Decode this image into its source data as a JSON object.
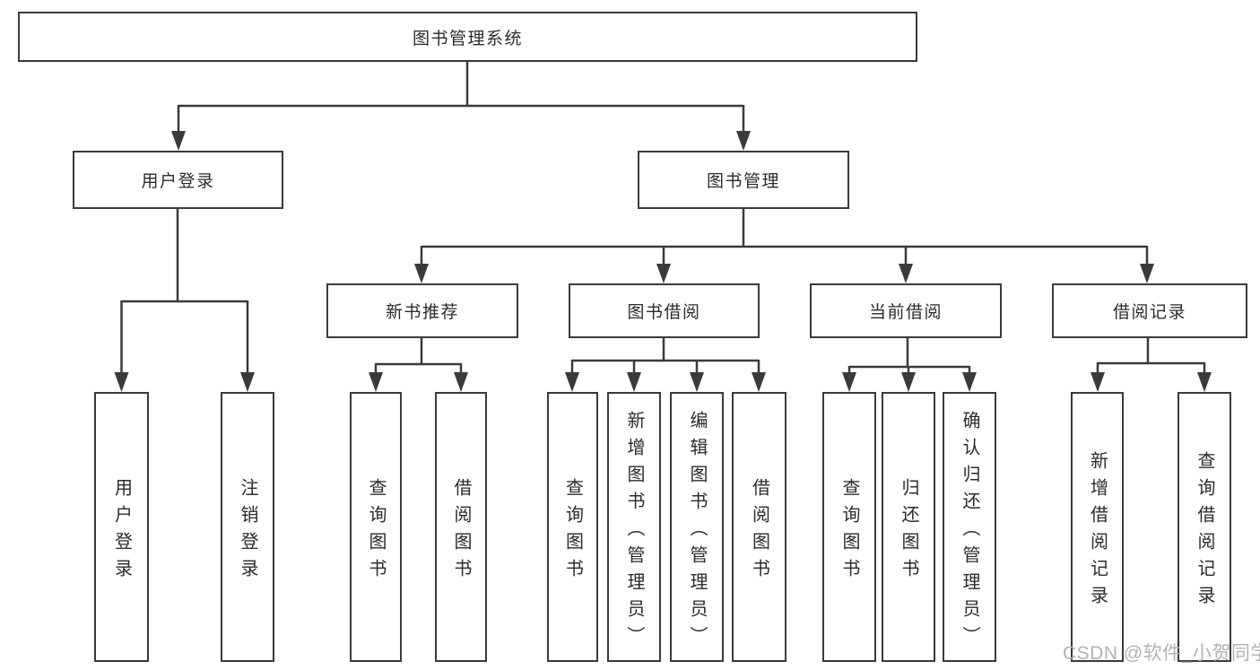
{
  "diagram": {
    "root": {
      "label": "图书管理系统"
    },
    "level2": [
      {
        "id": "user-login",
        "label": "用户登录"
      },
      {
        "id": "book-management",
        "label": "图书管理"
      }
    ],
    "level3": [
      {
        "id": "new-book-recommend",
        "label": "新书推荐"
      },
      {
        "id": "book-borrowing",
        "label": "图书借阅"
      },
      {
        "id": "current-borrowing",
        "label": "当前借阅"
      },
      {
        "id": "borrowing-records",
        "label": "借阅记录"
      }
    ],
    "leaves": [
      {
        "label": "用户登录"
      },
      {
        "label": "注销登录"
      },
      {
        "label": "查询图书"
      },
      {
        "label": "借阅图书"
      },
      {
        "label": "查询图书"
      },
      {
        "label": "新增图书（管理员）"
      },
      {
        "label": "编辑图书（管理员）"
      },
      {
        "label": "借阅图书"
      },
      {
        "label": "查询图书"
      },
      {
        "label": "归还图书"
      },
      {
        "label": "确认归还（管理员）"
      },
      {
        "label": "新增借阅记录"
      },
      {
        "label": "查询借阅记录"
      }
    ]
  },
  "watermark": {
    "text": "CSDN @软件_小贺同学"
  },
  "colors": {
    "line": "#3a3a3c",
    "text": "#2b2b2d",
    "watermark": "#b2b2b6",
    "background": "#ffffff"
  }
}
